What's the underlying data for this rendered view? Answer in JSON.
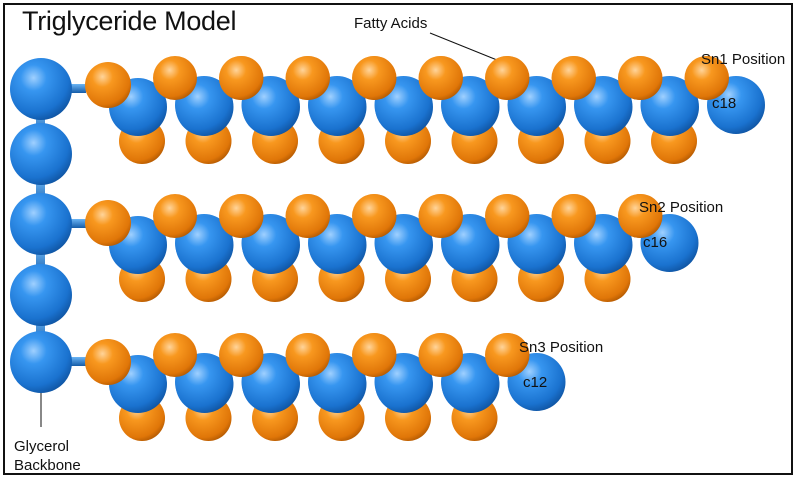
{
  "title": "Triglyceride Model",
  "labels": {
    "fatty_acids": "Fatty Acids",
    "glycerol_line1": "Glycerol",
    "glycerol_line2": "Backbone"
  },
  "chains": [
    {
      "position": "Sn1 Position",
      "carbons": "c18"
    },
    {
      "position": "Sn2 Position",
      "carbons": "c16"
    },
    {
      "position": "Sn3 Position",
      "carbons": "c12"
    }
  ],
  "colors": {
    "carbon": "#1e88e5",
    "oxygen_hydrogen": "#f28a10",
    "border": "#111111"
  }
}
